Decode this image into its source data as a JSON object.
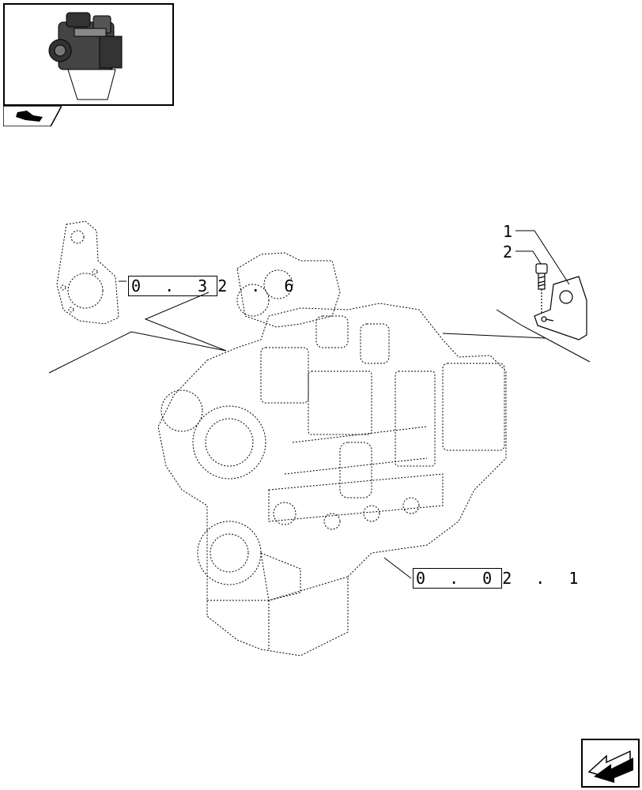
{
  "thumbnail": {
    "icon": "engine-thumbnail"
  },
  "callouts": [
    {
      "id": "1",
      "label": "1"
    },
    {
      "id": "2",
      "label": "2"
    }
  ],
  "references": {
    "crankcase": {
      "boxed": "0 . 3",
      "rest": "2 . 6"
    },
    "engine": {
      "boxed": "0 . 0",
      "rest": "2 . 1"
    }
  },
  "navigation": {
    "icon": "next-page-arrow-icon"
  }
}
